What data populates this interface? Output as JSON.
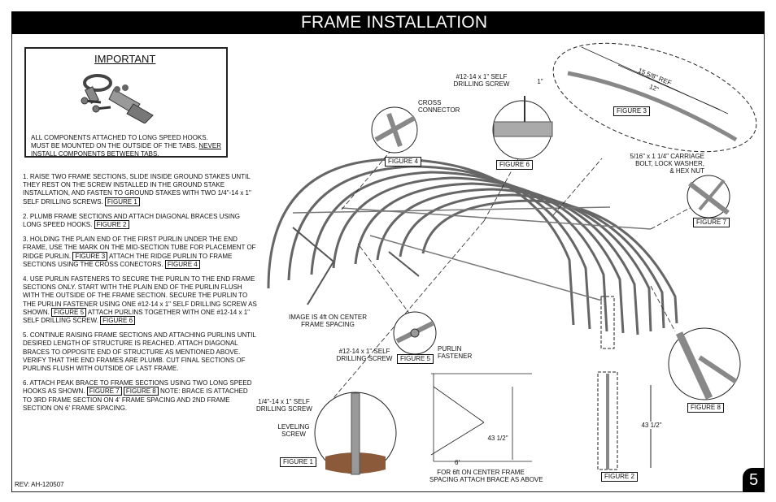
{
  "header": {
    "title": "FRAME INSTALLATION"
  },
  "important": {
    "title": "IMPORTANT",
    "text_pre": "ALL COMPONENTS ATTACHED TO LONG SPEED HOOKS. MUST BE MOUNTED ON THE OUTSIDE OF THE TABS.",
    "text_never": "NEVER",
    "text_post": "INSTALL COMPONENTS BETWEEN TABS."
  },
  "steps": [
    {
      "text": "1. RAISE TWO FRAME SECTIONS, SLIDE INSIDE GROUND STAKES UNTIL THEY REST ON THE SCREW INSTALLED IN THE GROUND STAKE INSTALLATION, AND FASTEN TO GROUND STAKES WITH TWO 1/4\"-14 x 1\" SELF DRILLING SCREWS.",
      "ref1": "FIGURE 1"
    },
    {
      "text": "2. PLUMB FRAME SECTIONS AND ATTACH DIAGONAL BRACES USING LONG SPEED HOOKS.",
      "ref1": "FIGURE 2"
    },
    {
      "text": "3. HOLDING THE PLAIN END OF THE FIRST PURLIN UNDER THE END FRAME, USE THE MARK ON THE MID-SECTION TUBE FOR PLACEMENT OF RIDGE PURLIN.",
      "ref1": "FIGURE 3",
      "text2": "ATTACH THE RIDGE PURLIN TO FRAME SECTIONS USING THE CROSS CONECTORS.",
      "ref2": "FIGURE 4"
    },
    {
      "text": "4. USE PURLIN FASTENERS TO SECURE THE PURLIN TO THE END FRAME SECTIONS ONLY.  START WITH THE PLAIN END OF THE PURLIN FLUSH WITH THE OUTSIDE OF THE FRAME SECTION.  SECURE THE PURLIN TO THE PURLIN FASTENER USING ONE #12-14 x 1\" SELF DRILLING SCREW AS SHOWN.",
      "ref1": "FIGURE 5",
      "text2": "ATTACH PURLINS TOGETHER WITH ONE #12-14 x 1\" SELF DRILLING SCREW.",
      "ref2": "FIGURE 6"
    },
    {
      "text": "5. CONTINUE RAISING FRAME SECTIONS AND ATTACHING PURLINS UNTIL DESIRED LENGTH OF STRUCTURE IS REACHED.  ATTACH DIAGONAL BRACES TO OPPOSITE END OF STRUCTURE AS MENTIONED ABOVE. VERIFY THAT THE END FRAMES ARE PLUMB. CUT FINAL SECTIONS OF PURLINS FLUSH WITH OUTSIDE OF LAST FRAME."
    },
    {
      "text": "6. ATTACH PEAK BRACE TO FRAME SECTIONS USING TWO LONG SPEED HOOKS AS SHOWN.",
      "ref1": "FIGURE 7",
      "ref2": "FIGURE 8",
      "text3": "NOTE: BRACE IS ATTACHED TO 3RD FRAME SECTION ON 4' FRAME SPACING AND 2ND FRAME SECTION ON 6' FRAME SPACING."
    }
  ],
  "diagram": {
    "self_drilling_top": "#12-14 x 1\" SELF\nDRILLING SCREW",
    "dim_1in": "1\"",
    "cross_connector": "CROSS\nCONNECTOR",
    "ref_length": "15 5/8\" REF",
    "dim_12in": "12\"",
    "carriage_bolt": "5/16\" x 1 1/4\" CARRIAGE\nBOLT, LOCK WASHER,\n& HEX NUT",
    "spacing_note": "IMAGE IS 4ft ON CENTER\nFRAME SPACING",
    "self_drilling_mid": "#12-14 x 1\" SELF\nDRILLING SCREW",
    "purlin_fastener": "PURLIN\nFASTENER",
    "self_drilling_low": "1/4\"-14 x 1\" SELF\nDRILLING SCREW",
    "leveling_screw": "LEVELING\nSCREW",
    "dim_43_a": "43 1/2\"",
    "dim_6ft": "6'",
    "brace_note": "FOR 6ft ON CENTER FRAME\nSPACING ATTACH BRACE AS ABOVE",
    "dim_43_b": "43 1/2\""
  },
  "figures": {
    "fig1": "FIGURE 1",
    "fig2": "FIGURE 2",
    "fig3": "FIGURE 3",
    "fig4": "FIGURE 4",
    "fig5": "FIGURE 5",
    "fig6": "FIGURE 6",
    "fig7": "FIGURE 7",
    "fig8": "FIGURE 8"
  },
  "footer": {
    "rev": "REV: AH-120507",
    "page": "5"
  }
}
